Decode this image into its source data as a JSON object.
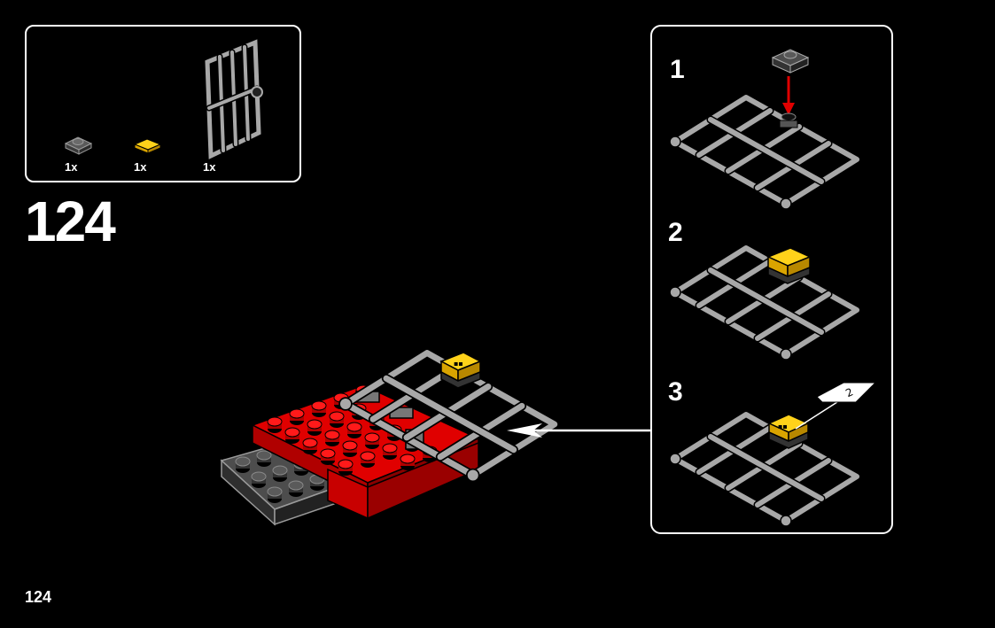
{
  "parts_list": [
    {
      "quantity": "1x",
      "icon": "dark-gray-plate-1x1-icon",
      "color": "#4d4d4d"
    },
    {
      "quantity": "1x",
      "icon": "yellow-tile-1x1-icon",
      "color": "#f5c400"
    },
    {
      "quantity": "1x",
      "icon": "light-gray-door-gate-icon",
      "color": "#a8a8a8"
    }
  ],
  "step_number": "124",
  "page_number": "124",
  "sub_steps": [
    {
      "number": "1"
    },
    {
      "number": "2"
    },
    {
      "number": "3"
    }
  ],
  "callout": {
    "label": "2"
  },
  "colors": {
    "background": "#000000",
    "red_brick": "#e00000",
    "dark_gray": "#4d4d4d",
    "light_gray": "#a8a8a8",
    "yellow": "#f5c400",
    "arrow_red": "#e00000"
  }
}
